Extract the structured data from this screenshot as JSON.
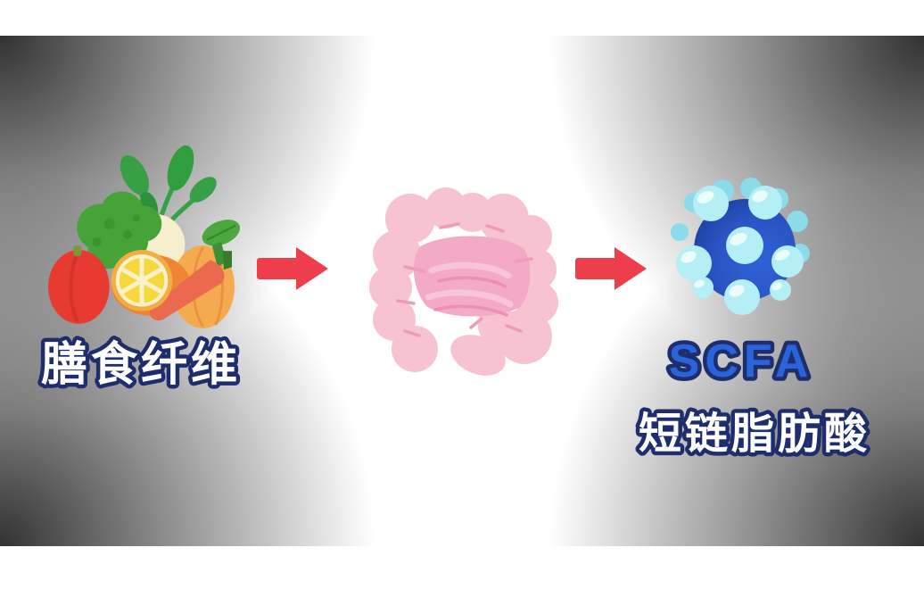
{
  "labels": {
    "dietary_fiber": "膳食纤维",
    "scfa_acronym": "SCFA",
    "scfa_chinese": "短链脂肪酸"
  },
  "icons": {
    "step1": "vegetables-fruits-icon",
    "arrow1": "right-arrow-icon",
    "step2": "intestine-icon",
    "arrow2": "right-arrow-icon",
    "step3": "scfa-molecule-icon"
  },
  "colors": {
    "arrow_red": "#ee3d4b",
    "label_fill_white": "#ffffff",
    "label_outline_navy": "#1e2d6b",
    "scfa_blue": "#2b63da",
    "intestine_outer_pink": "#f8c3d1",
    "intestine_inner_pink": "#f3aac6",
    "intestine_line_pink": "#ec8fb5",
    "molecule_dark_blue": "#1b3c98",
    "molecule_blue": "#2d5bcd",
    "molecule_rim_teal": "#8bdbe8",
    "molecule_bubble_cyan": "#b5eff6",
    "vignette_corner_gray": "#2a2a2a",
    "background_white": "#ffffff"
  }
}
